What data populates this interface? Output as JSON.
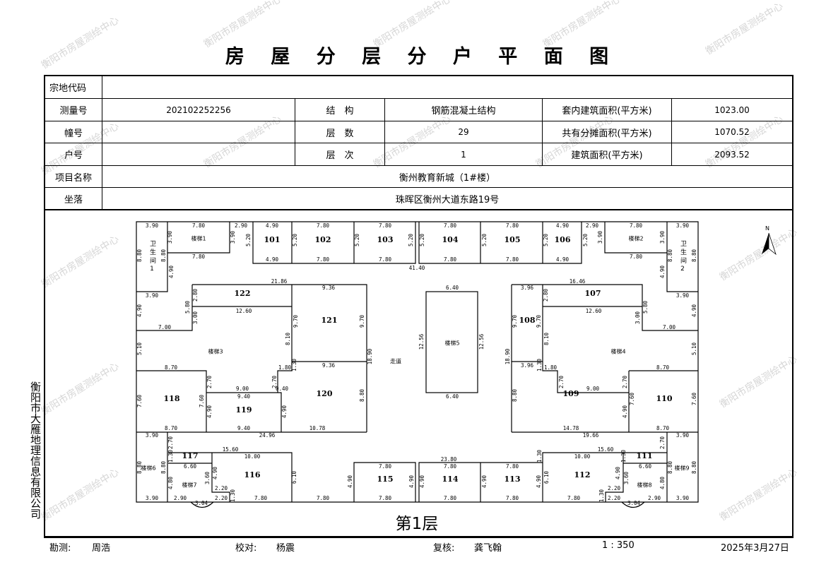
{
  "title": "房屋分层分户平面图",
  "watermark": "衡阳市房屋测绘中心",
  "company": "衡阳市大雁地理信息有限公司",
  "table": {
    "parcel_code_label": "宗地代码",
    "parcel_code_value": "",
    "survey_no_label": "测量号",
    "survey_no_value": "202102252256",
    "structure_label": "结　构",
    "structure_value": "钢筋混凝土结构",
    "inner_area_label": "套内建筑面积(平方米)",
    "inner_area_value": "1023.00",
    "building_no_label": "幢号",
    "building_no_value": "",
    "floors_label": "层　数",
    "floors_value": "29",
    "shared_area_label": "共有分摊面积(平方米)",
    "shared_area_value": "1070.52",
    "unit_no_label": "户号",
    "unit_no_value": "",
    "floor_label": "层　次",
    "floor_value": "1",
    "build_area_label": "建筑面积(平方米)",
    "build_area_value": "2093.52",
    "project_label": "项目名称",
    "project_value": "衡州教育新城（1#楼）",
    "location_label": "坐落",
    "location_value": "珠晖区衡州大道东路19号"
  },
  "plan": {
    "north": "N",
    "floor_name": "第1层",
    "rooms": [
      "101",
      "102",
      "103",
      "104",
      "105",
      "106",
      "107",
      "108",
      "109",
      "110",
      "111",
      "112",
      "113",
      "114",
      "115",
      "116",
      "117",
      "118",
      "119",
      "120",
      "121",
      "122"
    ],
    "labels": [
      "楼梯1",
      "楼梯2",
      "楼梯3",
      "楼梯4",
      "楼梯5",
      "楼梯6",
      "楼梯7",
      "楼梯8",
      "楼梯9",
      "走道",
      "卫生间1",
      "卫生间2"
    ],
    "dimensions": [
      "3.90",
      "7.80",
      "2.90",
      "4.90",
      "7.80",
      "7.80",
      "7.80",
      "7.80",
      "4.90",
      "2.90",
      "7.80",
      "3.90",
      "3.90",
      "3.90",
      "5.20",
      "5.20",
      "5.20",
      "5.20",
      "5.20",
      "5.20",
      "5.20",
      "5.20",
      "3.90",
      "3.90",
      "7.80",
      "4.90",
      "7.80",
      "7.80",
      "7.80",
      "7.80",
      "4.90",
      "7.80",
      "8.80",
      "8.80",
      "8.80",
      "8.80",
      "4.90",
      "4.90",
      "41.40",
      "21.86",
      "9.36",
      "16.46",
      "3.96",
      "6.40",
      "3.90",
      "3.90",
      "2.80",
      "2.80",
      "5.80",
      "5.80",
      "4.90",
      "4.90",
      "12.60",
      "12.60",
      "3.00",
      "3.00",
      "9.70",
      "9.70",
      "9.70",
      "9.70",
      "7.00",
      "7.00",
      "8.10",
      "8.10",
      "12.56",
      "12.56",
      "5.10",
      "5.10",
      "18.90",
      "18.90",
      "8.70",
      "8.70",
      "1.80",
      "1.80",
      "1.30",
      "1.30",
      "9.36",
      "3.96",
      "2.70",
      "2.70",
      "2.70",
      "2.70",
      "9.00",
      "0.40",
      "9.00",
      "9.40",
      "6.40",
      "7.60",
      "7.60",
      "7.60",
      "7.60",
      "4.90",
      "4.90",
      "4.90",
      "8.80",
      "8.80",
      "8.70",
      "9.40",
      "10.78",
      "14.78",
      "8.70",
      "3.90",
      "24.96",
      "19.66",
      "3.90",
      "2.70",
      "2.70",
      "15.60",
      "15.60",
      "10.00",
      "10.00",
      "23.80",
      "1.30",
      "1.30",
      "1.30",
      "7.80",
      "7.80",
      "7.80",
      "6.60",
      "6.60",
      "8.80",
      "8.80",
      "8.80",
      "8.80",
      "3.60",
      "3.60",
      "4.90",
      "4.90",
      "6.10",
      "6.10",
      "4.90",
      "4.90",
      "4.90",
      "4.90",
      "4.90",
      "4.80",
      "4.80",
      "2.20",
      "2.20",
      "3.90",
      "2.90",
      "2.20",
      "1.30",
      "7.80",
      "7.80",
      "7.80",
      "7.80",
      "7.80",
      "7.80",
      "1.30",
      "2.20",
      "2.90",
      "3.90",
      "3.04",
      "3.04"
    ]
  },
  "footer": {
    "surveyor_label": "勘测:",
    "surveyor": "周浩",
    "checker_label": "校对:",
    "checker": "杨震",
    "reviewer_label": "复核:",
    "reviewer": "龚飞翰",
    "scale": "1 : 350",
    "date": "2025年3月27日"
  }
}
